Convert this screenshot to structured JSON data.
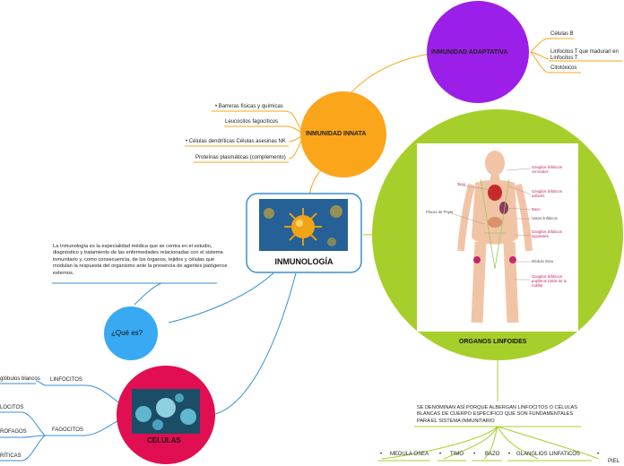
{
  "center": {
    "title": "INMUNOLOGÍA"
  },
  "innata": {
    "title": "INMUNIDAD INNATA",
    "items": [
      "• Barreras físicas y químicas",
      "Leucocitos fagocíticos",
      "• Células dendríticas Células asesinas NK",
      "Proteínas plasmáticas (complemento)"
    ]
  },
  "adaptativa": {
    "title": "INMUNIDAD ADAPTATIVA",
    "items": [
      "Células B",
      "Linfocitos T que maduran en",
      "Linfocitos T",
      "Citotóxicos"
    ]
  },
  "que_es": {
    "title": "¿Qué es?",
    "text": "La Inmunología es la especialidad médica que se centra en el estudio, diagnóstico y tratamiento de las enfermedades relacionadas con el sistema inmunitario y, como consecuencia, de los órganos, tejidos y células que modulan la respuesta del organismo ante la presencia de agentes patógenos externos."
  },
  "celulas": {
    "title": "CELULAS",
    "branches": [
      "LINFOCITOS",
      "FAGOCITOS"
    ],
    "leaves": [
      "glóbulos blancos",
      "LOCITOS",
      "ROFAGOS",
      "RÍTICAS"
    ]
  },
  "organos": {
    "title": "ORGANOS LINFOIDES",
    "description": "SE DENOMINAN ASÍ PORQUE ALBERGAN LINFOCITOS O CÉLULAS BLANCAS DE CUERPO ESPÉCIFICO QUE SON FUNDAMENTALES PARA EL SISTEMA INMUNITARIO",
    "items": [
      "MEDULA OSEA",
      "TIMO",
      "BAZO",
      "GLANGLIOS LINFATICOS",
      "PIEL"
    ],
    "bullet": "•",
    "anatomy_labels": [
      "Timo",
      "Placas de Peyer",
      "Ganglios linfáticos cervicales",
      "Ganglios linfáticos axilares",
      "Bazo",
      "Vasos linfáticos",
      "Ganglios linfáticos inguinales",
      "Médula ósea",
      "Ganglios linfáticos popliteos (atrás de la rodilla)"
    ]
  },
  "colors": {
    "innata": "#fba51a",
    "adaptativa": "#9b1fe8",
    "organos": "#a7cf2b",
    "que_es": "#38a9f2",
    "celulas": "#e20e52",
    "center_border": "#3a8fd6",
    "anatomy_label": "#c0286a"
  }
}
